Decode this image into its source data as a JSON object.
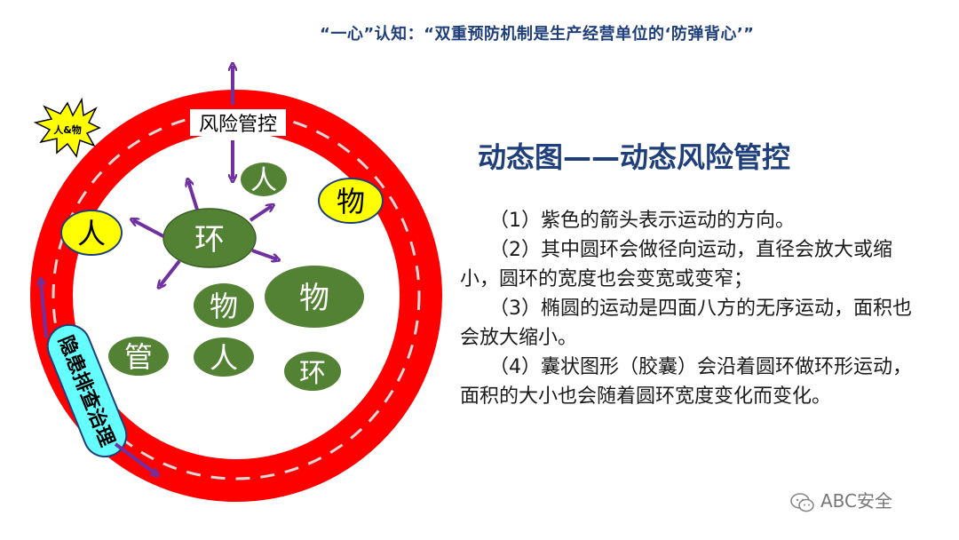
{
  "header": {
    "text": "“一心”认知：“双重预防机制是生产经营单位的‘防弹背心’”"
  },
  "title": "动态图——动态风险管控",
  "description": [
    "（1）紫色的箭头表示运动的方向。",
    "（2）其中圆环会做径向运动，直径会放大或缩小，圆环的宽度也会变宽或变窄；",
    "（3）椭圆的运动是四面八方的无序运动，面积也会放大缩小。",
    "（4）囊状图形（胶囊）会沿着圆环做环形运动，面积的大小也会随着圆环宽度变化而变化。"
  ],
  "diagram": {
    "ring_label": "风险管控",
    "capsule_label": "隐患排查治理",
    "burst_label": "人&物",
    "yellow_left": "人",
    "yellow_right": "物",
    "green_center": "环",
    "green_top": "人",
    "green_mid": "物",
    "green_big": "物",
    "green_bottom_left": "管",
    "green_bottom_mid": "人",
    "green_bottom_right": "环"
  },
  "watermark": {
    "text": "ABC安全",
    "icon": "wechat-icon"
  },
  "colors": {
    "ring": "#FF0000",
    "arrow": "#7030A0",
    "ellipse_green": "#548235",
    "ellipse_yellow": "#FFFF00",
    "capsule": "#66FFFF",
    "title": "#1F3F7A"
  }
}
